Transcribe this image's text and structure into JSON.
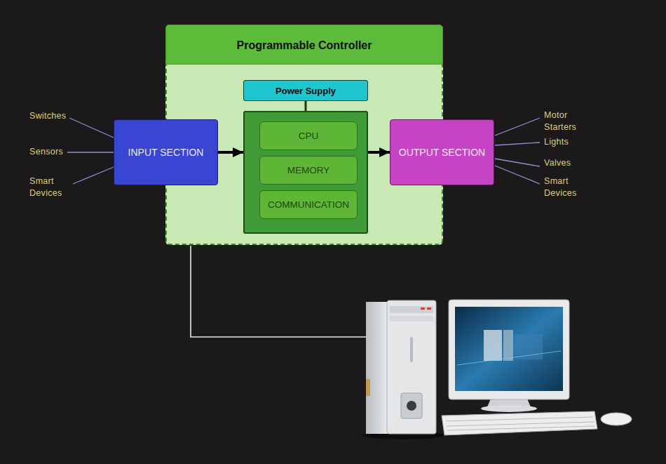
{
  "diagram": {
    "nodes": [
      {
        "text": [
          "Programmable Controller"
        ]
      },
      {
        "text": [
          "Power Supply"
        ],
        "in": 0
      },
      {
        "text": [],
        "in": 0
      },
      {
        "text": [
          "CPU"
        ],
        "in": 2
      },
      {
        "text": [
          "MEMORY"
        ],
        "in": 2
      },
      {
        "text": [
          "COMMUNICATION"
        ],
        "in": 2
      },
      {
        "text": [
          "INPUT SECTION"
        ]
      },
      {
        "text": [
          "OUTPUT SECTION"
        ]
      }
    ],
    "edges": [
      {
        "from": 6,
        "to": 2,
        "arrow": "to"
      },
      {
        "from": 2,
        "to": 7,
        "arrow": "to"
      },
      {
        "from": 1,
        "to": 2,
        "arrow": "none"
      }
    ],
    "labels": [
      "Switches",
      "Sensors",
      "Smart Devices",
      "Motor Starters",
      "Lights",
      "Valves",
      "Smart Devices"
    ]
  }
}
